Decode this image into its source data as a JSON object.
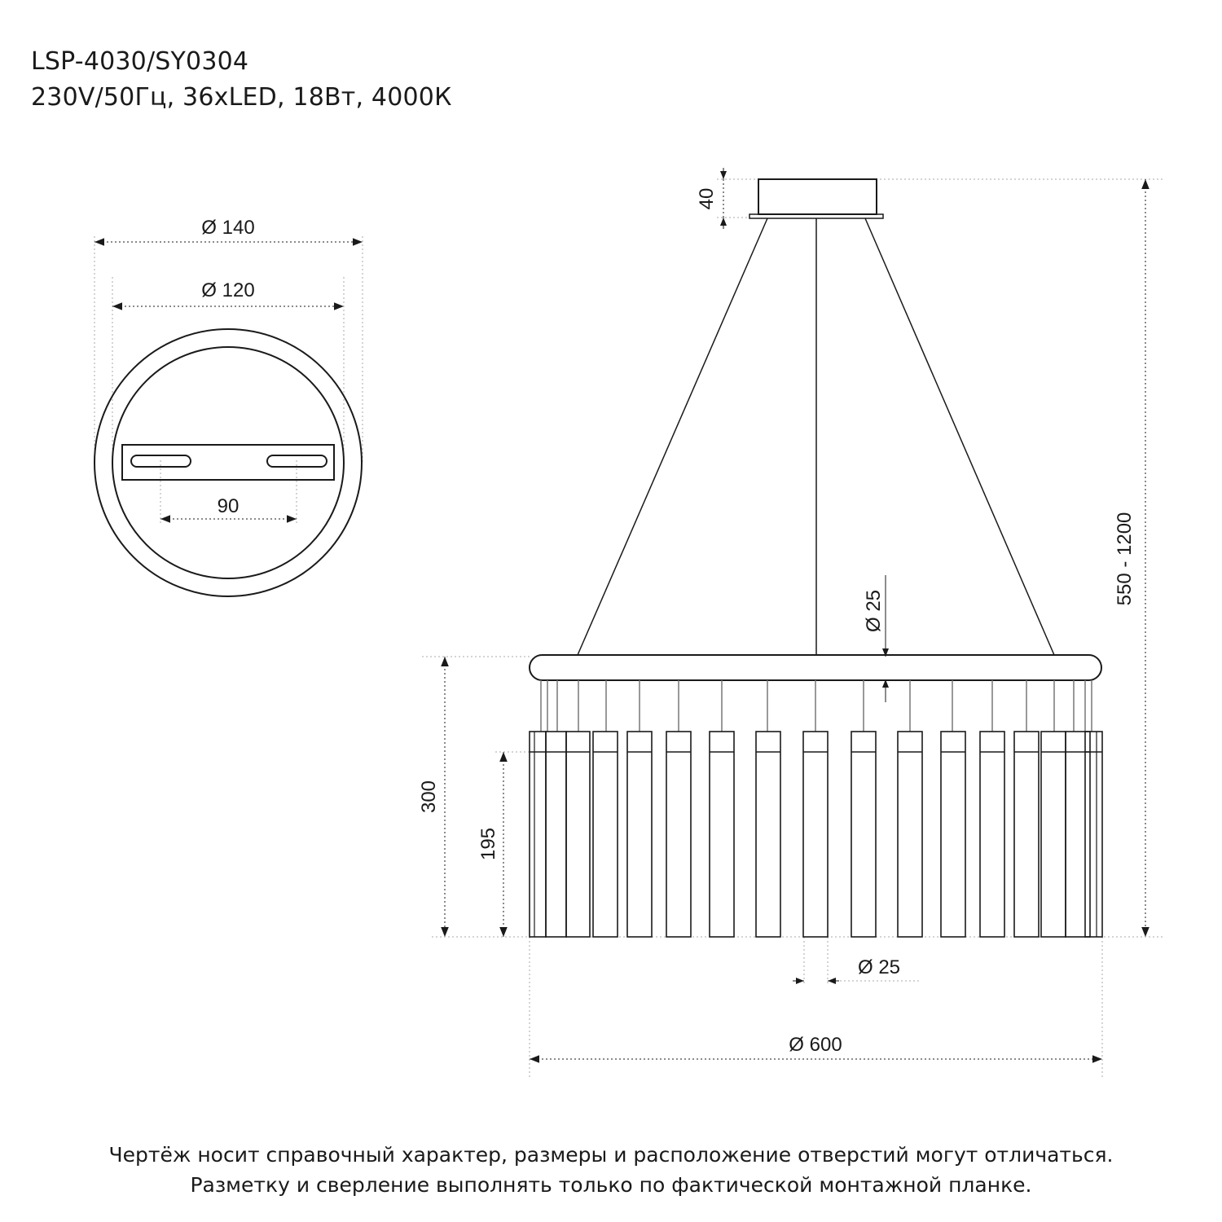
{
  "header": {
    "model": "LSP-4030/SY0304",
    "specs": "230V/50Гц, 36xLED, 18Вт, 4000К"
  },
  "plan_view": {
    "outer_diameter": "Ø 140",
    "inner_diameter": "Ø 120",
    "hole_spacing": "90"
  },
  "elevation_view": {
    "canopy_height": "40",
    "total_height": "550 - 1200",
    "ring_thickness": "Ø 25",
    "body_height": "300",
    "rod_length": "195",
    "rod_diameter": "Ø 25",
    "overall_diameter": "Ø 600"
  },
  "footer": {
    "line1": "Чертёж носит справочный характер, размеры и расположение отверстий могут отличаться.",
    "line2": "Разметку и сверление выполнять только по фактической монтажной планке."
  },
  "colors": {
    "line": "#1a1a1a",
    "extension": "#9a9a9a",
    "rod_outline": "#333333"
  }
}
